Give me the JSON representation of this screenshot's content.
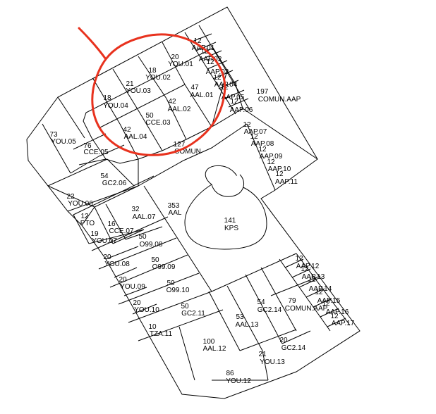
{
  "colors": {
    "line": "#000000",
    "annotation": "#e8321e",
    "background": "#ffffff"
  },
  "rooms": [
    {
      "id": "r1",
      "area": "12",
      "code": "AAP.01"
    },
    {
      "id": "r2",
      "area": "12",
      "code": "AAP.02"
    },
    {
      "id": "r3",
      "area": "12",
      "code": "AAP.03"
    },
    {
      "id": "r4",
      "area": "12",
      "code": "AAP.04"
    },
    {
      "id": "r5",
      "area": "12",
      "code": "AAP.05"
    },
    {
      "id": "r6",
      "area": "12",
      "code": "AAP.06"
    },
    {
      "id": "r7",
      "area": "12",
      "code": "AAP.07"
    },
    {
      "id": "r8",
      "area": "12",
      "code": "AAP.08"
    },
    {
      "id": "r9",
      "area": "12",
      "code": "AAP.09"
    },
    {
      "id": "r10",
      "area": "12",
      "code": "AAP.10"
    },
    {
      "id": "r11",
      "area": "12",
      "code": "AAP.11"
    },
    {
      "id": "r12",
      "area": "20",
      "code": "YOU.01"
    },
    {
      "id": "r13",
      "area": "18",
      "code": "YOU.02"
    },
    {
      "id": "r14",
      "area": "21",
      "code": "YOU.03"
    },
    {
      "id": "r15",
      "area": "18",
      "code": "YOU.04"
    },
    {
      "id": "r16",
      "area": "47",
      "code": "AAL.01"
    },
    {
      "id": "r17",
      "area": "42",
      "code": "AAL.02"
    },
    {
      "id": "r18",
      "area": "50",
      "code": "CCE.03"
    },
    {
      "id": "r19",
      "area": "42",
      "code": "AAL.04"
    },
    {
      "id": "r20",
      "area": "197",
      "code": "COMUN.AAP"
    },
    {
      "id": "r21",
      "area": "127",
      "code": "COMUN"
    },
    {
      "id": "r22",
      "area": "73",
      "code": "YOU.05"
    },
    {
      "id": "r23",
      "area": "76",
      "code": "CCE.05"
    },
    {
      "id": "r24",
      "area": "54",
      "code": "GC2.06"
    },
    {
      "id": "r25",
      "area": "22",
      "code": "YOU.06"
    },
    {
      "id": "r26",
      "area": "12",
      "code": "PTO"
    },
    {
      "id": "r27",
      "area": "19",
      "code": "YOU.07"
    },
    {
      "id": "r28",
      "area": "16",
      "code": "CCE.07"
    },
    {
      "id": "r29",
      "area": "32",
      "code": "AAL.07"
    },
    {
      "id": "r30",
      "area": "353",
      "code": "AAL"
    },
    {
      "id": "r31",
      "area": "141",
      "code": "KPS"
    },
    {
      "id": "r32",
      "area": "50",
      "code": "O99.08"
    },
    {
      "id": "r33",
      "area": "20",
      "code": "YOU.08"
    },
    {
      "id": "r34",
      "area": "50",
      "code": "O99.09"
    },
    {
      "id": "r35",
      "area": "20",
      "code": "YOU.09"
    },
    {
      "id": "r36",
      "area": "50",
      "code": "O99.10"
    },
    {
      "id": "r37",
      "area": "20",
      "code": "YOU.10"
    },
    {
      "id": "r38",
      "area": "50",
      "code": "GC2.11"
    },
    {
      "id": "r39",
      "area": "10",
      "code": "TZA.11"
    },
    {
      "id": "r40",
      "area": "100",
      "code": "AAL.12"
    },
    {
      "id": "r41",
      "area": "53",
      "code": "AAL.13"
    },
    {
      "id": "r42",
      "area": "54",
      "code": "GC2.14"
    },
    {
      "id": "r43",
      "area": "79",
      "code": "COMUN.AAP"
    },
    {
      "id": "r44",
      "area": "20",
      "code": "GC2.14"
    },
    {
      "id": "r45",
      "area": "21",
      "code": "YOU.13"
    },
    {
      "id": "r46",
      "area": "86",
      "code": "YOU.12"
    },
    {
      "id": "r47",
      "area": "12",
      "code": "AAP.12"
    },
    {
      "id": "r48",
      "area": "12",
      "code": "AAP.13"
    },
    {
      "id": "r49",
      "area": "12",
      "code": "AAP.14"
    },
    {
      "id": "r50",
      "area": "12",
      "code": "AAP.15"
    },
    {
      "id": "r51",
      "area": "12",
      "code": "AAP.16"
    },
    {
      "id": "r52",
      "area": "12",
      "code": "AAP.17"
    }
  ]
}
